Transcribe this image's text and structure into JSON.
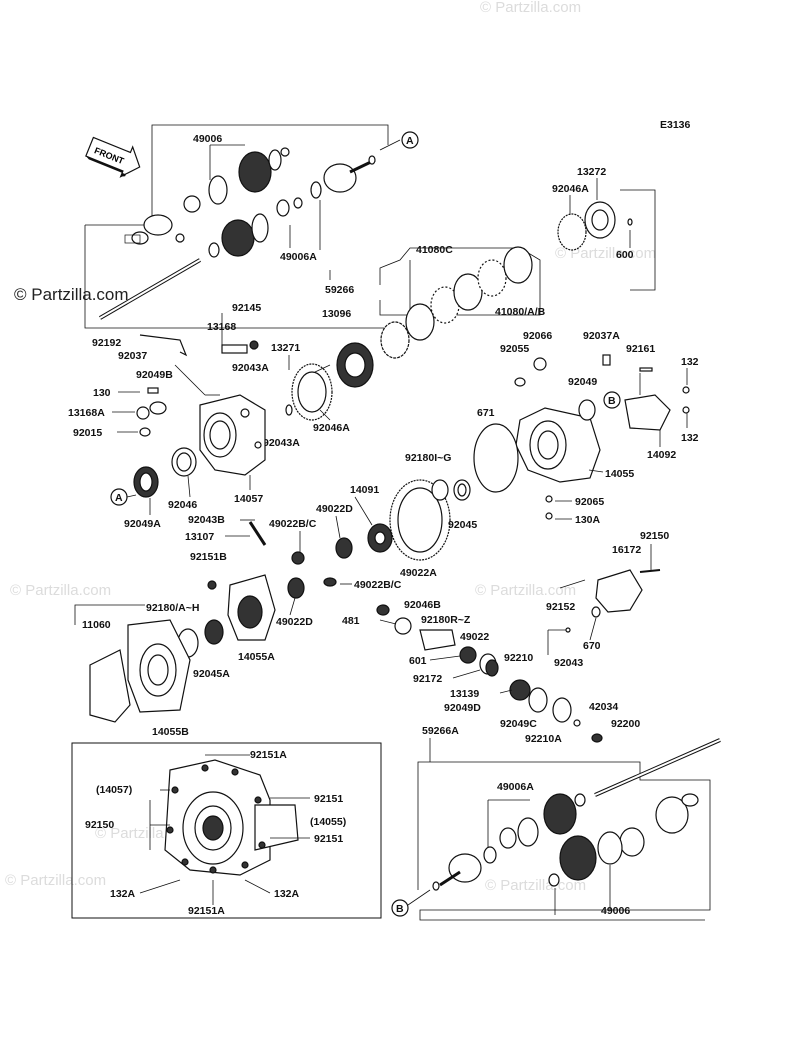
{
  "diagram_code": "E3136",
  "watermark": "© Partzilla.com",
  "front_label": "FRONT",
  "callouts": {
    "a": "A",
    "b": "B"
  },
  "insets": [
    "(14057)",
    "(14055)"
  ],
  "labels": {
    "p49006_top": "49006",
    "p49006A_top": "49006A",
    "p59266": "59266",
    "p13272": "13272",
    "p92046A_top": "92046A",
    "p600": "600",
    "p41080C": "41080C",
    "p41080AB": "41080/A/B",
    "p92145": "92145",
    "p13168": "13168",
    "p13096": "13096",
    "p92192": "92192",
    "p92037": "92037",
    "p13271": "13271",
    "p92043A_1": "92043A",
    "p130": "130",
    "p92049B": "92049B",
    "p13168A": "13168A",
    "p92015": "92015",
    "p92046A_mid": "92046A",
    "p92043A_2": "92043A",
    "p92066": "92066",
    "p92055": "92055",
    "p92037A": "92037A",
    "p92161": "92161",
    "p132_1": "132",
    "p92049": "92049",
    "p671": "671",
    "p132_2": "132",
    "p92180IG": "92180I~G",
    "p14092": "14092",
    "p14055": "14055",
    "p14091": "14091",
    "p92065": "92065",
    "p130A": "130A",
    "p92049A": "92049A",
    "p92046": "92046",
    "p14057": "14057",
    "p92045": "92045",
    "p49022D_1": "49022D",
    "p92043B": "92043B",
    "p49022BC_1": "49022B/C",
    "p13107": "13107",
    "p49022A": "49022A",
    "p16172": "16172",
    "p92150_top": "92150",
    "p92151B": "92151B",
    "p49022BC_2": "49022B/C",
    "p92180AH": "92180/A~H",
    "p49022D_2": "49022D",
    "p92046B": "92046B",
    "p11060": "11060",
    "p481": "481",
    "p92180RZ": "92180R~Z",
    "p92152": "92152",
    "p670": "670",
    "p92045A": "92045A",
    "p14055A": "14055A",
    "p49022": "49022",
    "p601": "601",
    "p92210": "92210",
    "p92043": "92043",
    "p92172": "92172",
    "p13139": "13139",
    "p42034": "42034",
    "p92049D": "92049D",
    "p92049C": "92049C",
    "p92200": "92200",
    "p14055B": "14055B",
    "p92210A": "92210A",
    "p59266A": "59266A",
    "p92151A_top": "92151A",
    "p49006A_bot": "49006A",
    "p14057_inset": "(14057)",
    "p92151_1": "92151",
    "p92150_inset": "92150",
    "p14055_inset": "(14055)",
    "p92151_2": "92151",
    "p132A_1": "132A",
    "p132A_2": "132A",
    "p92151A_bot": "92151A",
    "p49006_bot": "49006"
  }
}
